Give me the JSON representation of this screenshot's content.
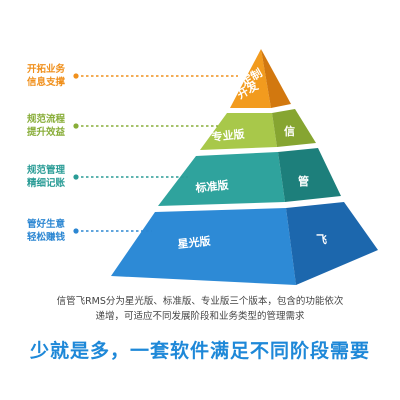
{
  "pyramid": {
    "tiers": [
      {
        "name": "定制开发",
        "name_lines": [
          "定制",
          "开发"
        ],
        "side_char": "",
        "front_color": "#f29b1e",
        "side_color": "#d2780f"
      },
      {
        "name": "专业版",
        "side_char": "信",
        "front_color": "#a8c84a",
        "side_color": "#86a531"
      },
      {
        "name": "标准版",
        "side_char": "管",
        "front_color": "#2fa39d",
        "side_color": "#1d7f7b"
      },
      {
        "name": "星光版",
        "side_char": "飞",
        "front_color": "#2d8ad6",
        "side_color": "#1c67ad"
      }
    ]
  },
  "side_labels": [
    {
      "line1": "开拓业务",
      "line2": "信息支撑",
      "color": "#f0901c"
    },
    {
      "line1": "规范流程",
      "line2": "提升效益",
      "color": "#88ad38"
    },
    {
      "line1": "规范管理",
      "line2": "精细记账",
      "color": "#2a9c96"
    },
    {
      "line1": "管好生意",
      "line2": "轻松赚钱",
      "color": "#2b86d2"
    }
  ],
  "description": {
    "line1": "信管飞RMS分为星光版、标准版、专业版三个版本，包含的功能依次",
    "line2": "递增，可适应不同发展阶段和业务类型的管理需求"
  },
  "slogan": {
    "text": "少就是多，一套软件满足不同阶段需要",
    "color": "#1e88d8"
  }
}
